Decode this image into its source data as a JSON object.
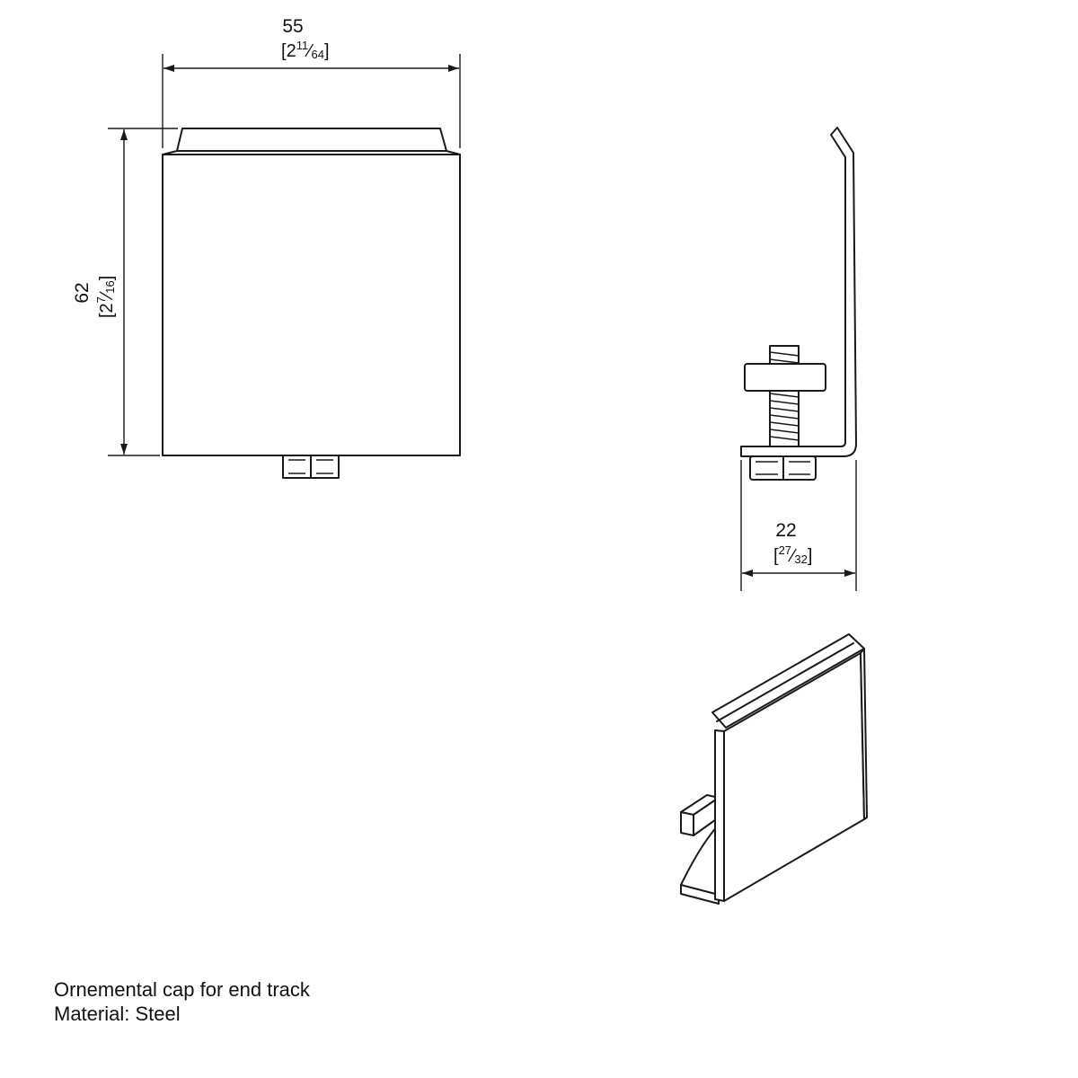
{
  "dimensions": {
    "width": {
      "metric": "55",
      "imperial_whole": "2",
      "imperial_num": "11",
      "imperial_den": "64"
    },
    "height": {
      "metric": "62",
      "imperial_whole": "2",
      "imperial_num": "7",
      "imperial_den": "16"
    },
    "depth": {
      "metric": "22",
      "imperial_whole": "",
      "imperial_num": "27",
      "imperial_den": "32"
    }
  },
  "caption": {
    "line1": "Ornemental cap for end track",
    "line2": "Material: Steel"
  },
  "colors": {
    "line": "#1a1a1a",
    "background": "#ffffff"
  }
}
